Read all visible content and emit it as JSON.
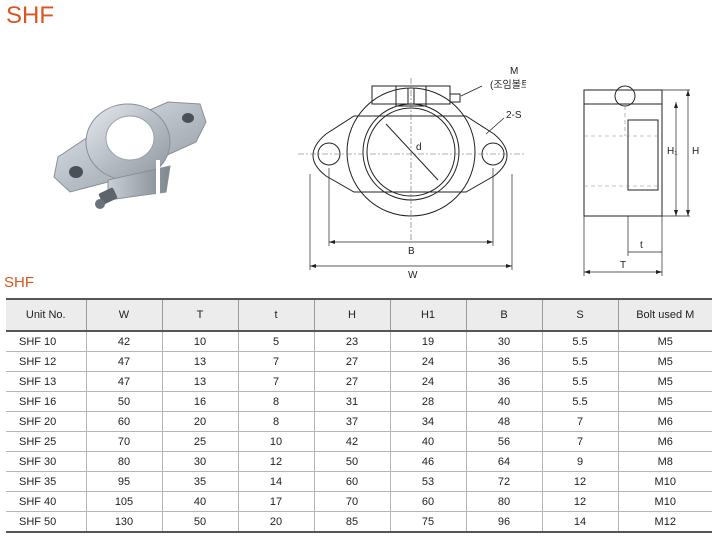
{
  "heading": "SHF",
  "table_caption": "SHF",
  "drawing_labels": {
    "M": "M",
    "note": "(조임볼트)",
    "two_s": "2-S",
    "d": "d",
    "B": "B",
    "W": "W",
    "H1": "H₁",
    "H": "H",
    "t": "t",
    "T": "T"
  },
  "table": {
    "headers": [
      "Unit No.",
      "W",
      "T",
      "t",
      "H",
      "H1",
      "B",
      "S",
      "Bolt used M"
    ],
    "rows": [
      [
        "SHF 10",
        "42",
        "10",
        "5",
        "23",
        "19",
        "30",
        "5.5",
        "M5"
      ],
      [
        "SHF 12",
        "47",
        "13",
        "7",
        "27",
        "24",
        "36",
        "5.5",
        "M5"
      ],
      [
        "SHF 13",
        "47",
        "13",
        "7",
        "27",
        "24",
        "36",
        "5.5",
        "M5"
      ],
      [
        "SHF 16",
        "50",
        "16",
        "8",
        "31",
        "28",
        "40",
        "5.5",
        "M5"
      ],
      [
        "SHF 20",
        "60",
        "20",
        "8",
        "37",
        "34",
        "48",
        "7",
        "M6"
      ],
      [
        "SHF 25",
        "70",
        "25",
        "10",
        "42",
        "40",
        "56",
        "7",
        "M6"
      ],
      [
        "SHF 30",
        "80",
        "30",
        "12",
        "50",
        "46",
        "64",
        "9",
        "M8"
      ],
      [
        "SHF 35",
        "95",
        "35",
        "14",
        "60",
        "53",
        "72",
        "12",
        "M10"
      ],
      [
        "SHF 40",
        "105",
        "40",
        "17",
        "70",
        "60",
        "80",
        "12",
        "M10"
      ],
      [
        "SHF 50",
        "130",
        "50",
        "20",
        "85",
        "75",
        "96",
        "14",
        "M12"
      ]
    ]
  }
}
